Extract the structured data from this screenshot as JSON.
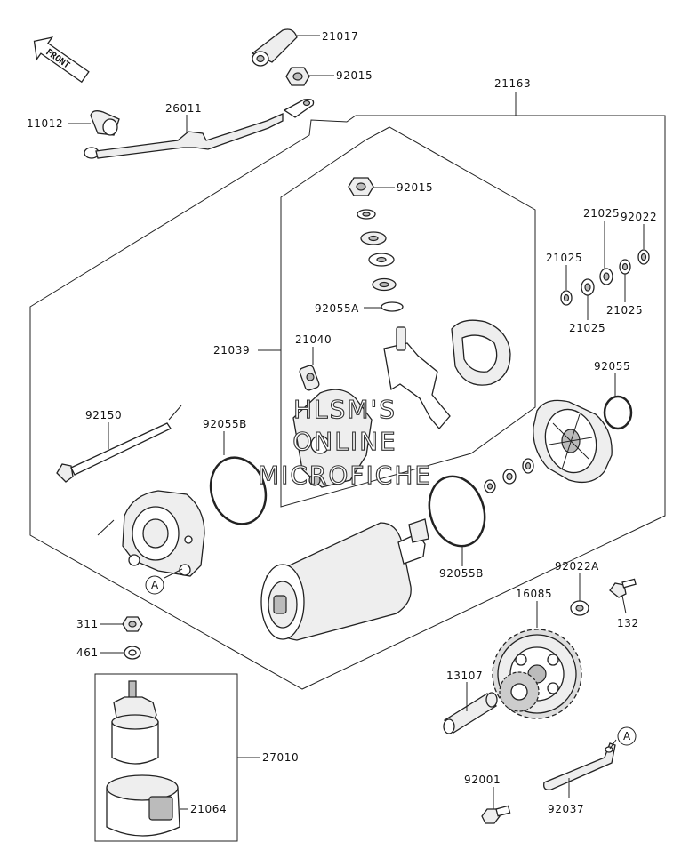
{
  "front_arrow": {
    "text": "FRONT"
  },
  "watermark": {
    "line1": "HLSM'S",
    "line2": "ONLINE",
    "line3": "MICROFICHE"
  },
  "callouts": {
    "a1": "A",
    "a2": "A"
  },
  "labels": {
    "p21017": "21017",
    "p92015_top": "92015",
    "p21163": "21163",
    "p11012": "11012",
    "p26011": "26011",
    "p92015": "92015",
    "p92022": "92022",
    "p21025_a": "21025",
    "p21025_b": "21025",
    "p21025_c": "21025",
    "p21025_d": "21025",
    "p92055A": "92055A",
    "p21039": "21039",
    "p21040": "21040",
    "p92055": "92055",
    "p92150": "92150",
    "p92055B_l": "92055B",
    "p92055B_r": "92055B",
    "p92022A": "92022A",
    "p16085": "16085",
    "p132": "132",
    "p311": "311",
    "p461": "461",
    "p13107": "13107",
    "p27010": "27010",
    "p92001": "92001",
    "p21064": "21064",
    "p92037": "92037"
  }
}
